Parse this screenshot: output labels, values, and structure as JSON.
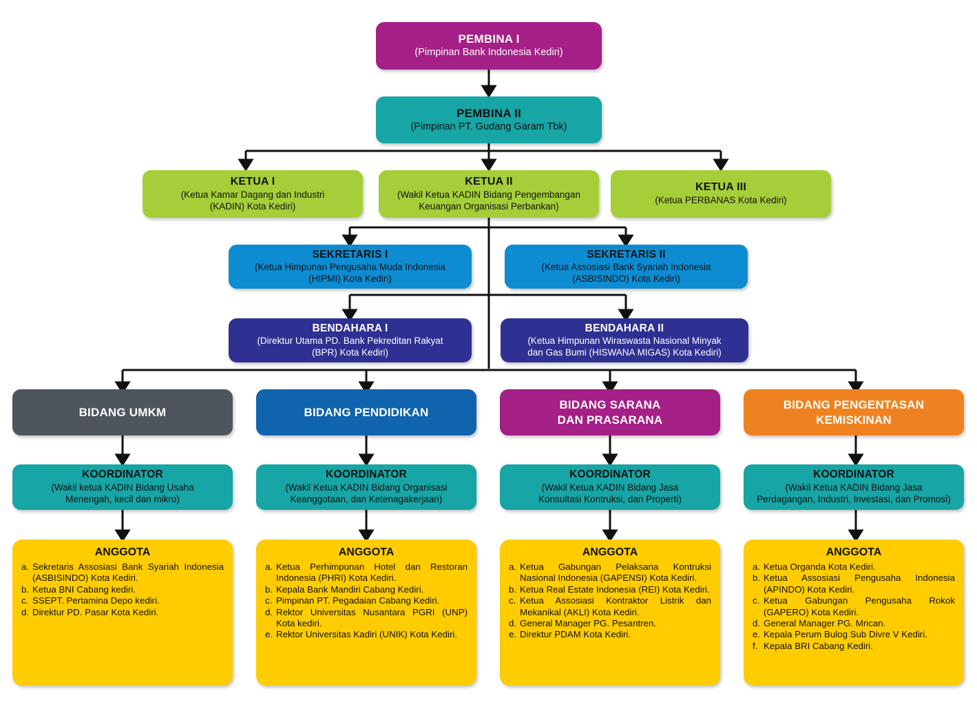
{
  "colors": {
    "magenta": "#A41F86",
    "teal": "#17A5A5",
    "green": "#A6CE39",
    "blue": "#0D8CD2",
    "navy": "#2E3191",
    "gray": "#4E555C",
    "blue_dark": "#1064AE",
    "orange": "#EF8220",
    "yellow": "#FFCC00",
    "connector": "#111111"
  },
  "chart_data": {
    "type": "diagram",
    "subtype": "organization-chart",
    "levels": 7,
    "orientation": "top-down"
  },
  "nodes": {
    "pembina_1": {
      "title": "PEMBINA I",
      "subtitle": "(Pimpinan Bank Indonesia Kediri)"
    },
    "pembina_2": {
      "title": "PEMBINA II",
      "subtitle": "(Pimpinan PT. Gudang Garam Tbk)"
    },
    "ketua_1": {
      "title": "KETUA I",
      "subtitle_line1": "(Ketua Kamar Dagang dan Industri",
      "subtitle_line2": "(KADIN) Kota Kediri)"
    },
    "ketua_2": {
      "title": "KETUA II",
      "subtitle_line1": "(Wakil Ketua KADIN Bidang Pengembangan",
      "subtitle_line2": "Keuangan Organisasi Perbankan)"
    },
    "ketua_3": {
      "title": "KETUA III",
      "subtitle": "(Ketua PERBANAS Kota Kediri)"
    },
    "sekretaris_1": {
      "title": "SEKRETARIS I",
      "subtitle_line1": "(Ketua Himpunan Pengusaha Muda Indonesia",
      "subtitle_line2": "(HIPMI) Kota Kediri)"
    },
    "sekretaris_2": {
      "title": "SEKRETARIS II",
      "subtitle_line1": "(Ketua Assosiasi Bank Syariah Indonesia",
      "subtitle_line2": "(ASBISINDO) Kota Kediri)"
    },
    "bendahara_1": {
      "title": "BENDAHARA I",
      "subtitle_line1": "(Direktur Utama PD. Bank Pekreditan Rakyat",
      "subtitle_line2": "(BPR) Kota Kediri)"
    },
    "bendahara_2": {
      "title": "BENDAHARA II",
      "subtitle_line1": "(Ketua Himpunan Wiraswasta Nasional Minyak",
      "subtitle_line2": "dan Gas Bumi (HISWANA MIGAS) Kota Kediri)"
    }
  },
  "columns": [
    {
      "bidang": {
        "line1": "BIDANG UMKM",
        "line2": ""
      },
      "koordinator": {
        "title": "KOORDINATOR",
        "subtitle_line1": "(Wakil ketua KADIN Bidang Usaha",
        "subtitle_line2": "Menengah, kecil dan mikro)"
      },
      "anggota": {
        "header": "ANGGOTA",
        "items": [
          {
            "marker": "a.",
            "text": "Sekretaris Assosiasi Bank Syariah Indonesia (ASBISINDO) Kota Kediri."
          },
          {
            "marker": "b.",
            "text": "Ketua BNI Cabang kediri."
          },
          {
            "marker": "c.",
            "text": "SSEPT. Pertamina Depo kediri."
          },
          {
            "marker": "d.",
            "text": "Direktur PD. Pasar Kota Kediri."
          }
        ]
      }
    },
    {
      "bidang": {
        "line1": "BIDANG PENDIDIKAN",
        "line2": ""
      },
      "koordinator": {
        "title": "KOORDINATOR",
        "subtitle_line1": "(Wakil Ketua KADIN Bidang Organisasi",
        "subtitle_line2": "Keanggotaan, dan Ketenagakerjaan)"
      },
      "anggota": {
        "header": "ANGGOTA",
        "items": [
          {
            "marker": "a.",
            "text": "Ketua Perhimpunan Hotel dan Restoran Indonesia (PHRI) Kota Kediri."
          },
          {
            "marker": "b.",
            "text": "Kepala Bank Mandiri Cabang Kediri."
          },
          {
            "marker": "c.",
            "text": "Pimpinan PT. Pegadaian Cabang Kediri."
          },
          {
            "marker": "d.",
            "text": "Rektor Universitas Nusantara PGRI (UNP) Kota kediri."
          },
          {
            "marker": "e.",
            "text": "Rektor Universitas Kadiri (UNIK) Kota Kediri."
          }
        ]
      }
    },
    {
      "bidang": {
        "line1": "BIDANG SARANA",
        "line2": "DAN PRASARANA"
      },
      "koordinator": {
        "title": "KOORDINATOR",
        "subtitle_line1": "(Wakil Ketua KADIN Bidang Jasa",
        "subtitle_line2": "Konsultasi Kontruksi, dan Properti)"
      },
      "anggota": {
        "header": "ANGGOTA",
        "items": [
          {
            "marker": "a.",
            "text": "Ketua Gabungan Pelaksana Kontruksi Nasional Indonesia (GAPENSI) Kota Kediri."
          },
          {
            "marker": "b.",
            "text": "Ketua Real Estate Indonesia (REI) Kota Kediri."
          },
          {
            "marker": "c.",
            "text": "Ketua Assosiasi Kontraktor Listrik dan Mekanikal (AKLI) Kota Kediri."
          },
          {
            "marker": "d.",
            "text": "General Manager PG. Pesantren."
          },
          {
            "marker": "e.",
            "text": "Direktur PDAM Kota Kediri."
          }
        ]
      }
    },
    {
      "bidang": {
        "line1": "BIDANG PENGENTASAN",
        "line2": "KEMISKINAN"
      },
      "koordinator": {
        "title": "KOORDINATOR",
        "subtitle_line1": "(Wakil Ketua KADIN Bidang Jasa",
        "subtitle_line2": "Perdagangan, Industri, Investasi, dan Promosi)"
      },
      "anggota": {
        "header": "ANGGOTA",
        "items": [
          {
            "marker": "a.",
            "text": "Ketua Organda Kota Kediri."
          },
          {
            "marker": "b.",
            "text": "Ketua Assosiasi Pengusaha Indonesia (APINDO) Kota Kediri."
          },
          {
            "marker": "c.",
            "text": "Ketua Gabungan Pengusaha Rokok (GAPERO) Kota Kediri."
          },
          {
            "marker": "d.",
            "text": "General Manager PG. Mrican."
          },
          {
            "marker": "e.",
            "text": "Kepala Perum Bulog Sub Divre V Kediri."
          },
          {
            "marker": "f.",
            "text": "Kepala BRI Cabang Kediri."
          }
        ]
      }
    }
  ]
}
